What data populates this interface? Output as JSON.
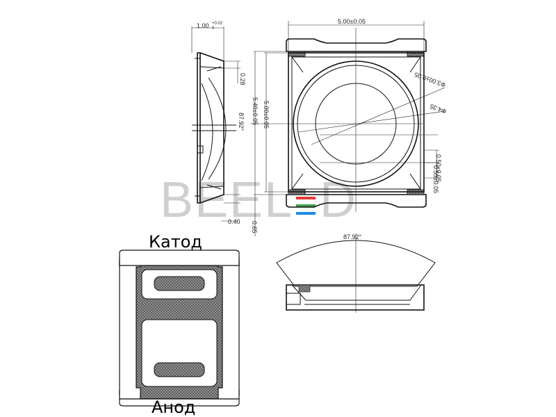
{
  "labels": {
    "thickness": "1.00",
    "thickness_tol": "+0.02",
    "thickness_tol2": "0",
    "top_offset": "0.28",
    "lens_angle_side": "87.92°",
    "height_outer": "5.40±0.05",
    "height_inner": "5.00±0.05",
    "width": "5.00±0.05",
    "lens_diameter": "Φ3.00±0.05",
    "cup_diameter": "Φ4.35",
    "pad_a": "0.50±0.05",
    "pad_b": "0.55±0.05",
    "base_offset": "0.40",
    "lead": "0.65",
    "lens_angle_front": "87.92°"
  },
  "pins": {
    "cathode": "Катод",
    "anode": "Анод"
  },
  "watermark": {
    "left": "BEEL",
    "right": "D",
    "stripe_colors": [
      "#e53935",
      "#43a047",
      "#1e88e5"
    ]
  }
}
